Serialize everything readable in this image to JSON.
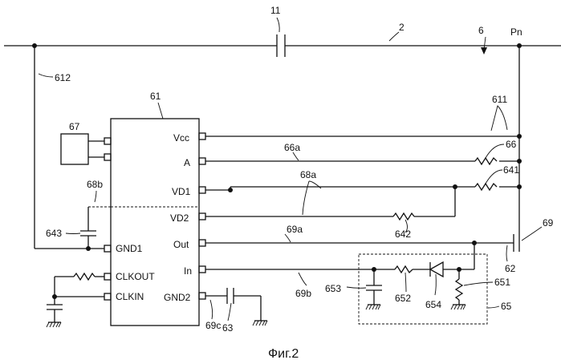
{
  "figure": {
    "caption": "Фиг.2"
  },
  "labels": {
    "capacitor_11": "11",
    "line_2": "2",
    "arrow_6": "6",
    "node_pn": "Pn",
    "wire_612": "612",
    "wire_611": "611",
    "ic_61": "61",
    "block_67": "67",
    "wire_66a": "66a",
    "resistor_66": "66",
    "wire_68a": "68a",
    "resistor_641": "641",
    "wire_68b": "68b",
    "capacitor_643": "643",
    "resistor_642": "642",
    "wire_69a": "69a",
    "capacitor_69": "69",
    "capacitor_62": "62",
    "wire_69b": "69b",
    "capacitor_653": "653",
    "resistor_652": "652",
    "diode_654": "654",
    "resistor_651": "651",
    "block_65": "65",
    "wire_69c": "69c",
    "capacitor_63": "63"
  },
  "ic_pins": {
    "vcc": "Vcc",
    "a": "A",
    "vd1": "VD1",
    "vd2": "VD2",
    "gnd1": "GND1",
    "out": "Out",
    "in": "In",
    "clkout": "CLKOUT",
    "clkin": "CLKIN",
    "gnd2": "GND2"
  }
}
